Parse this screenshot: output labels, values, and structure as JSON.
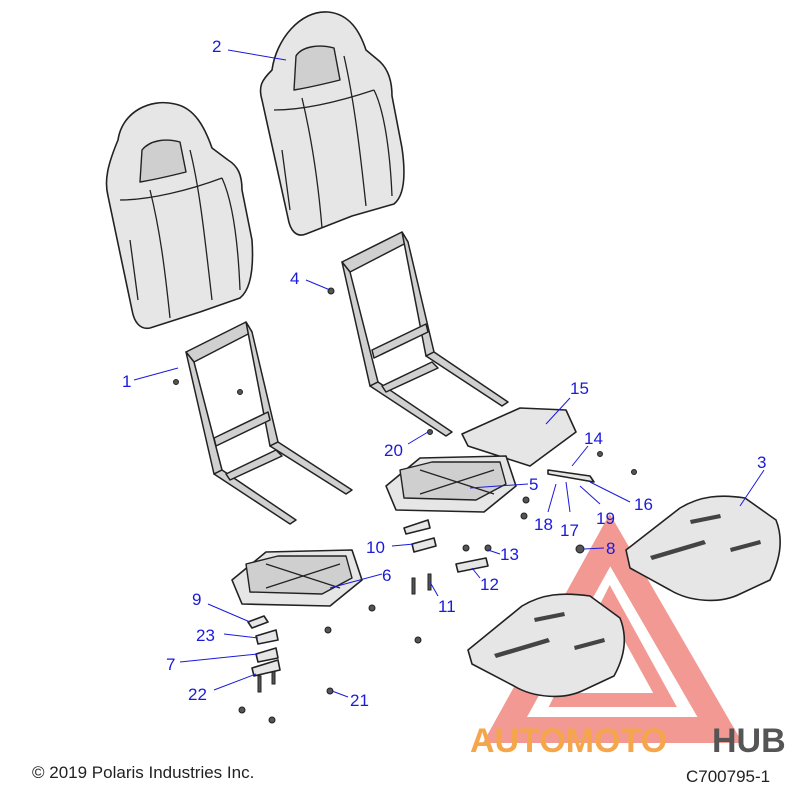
{
  "diagram": {
    "callouts": [
      "1",
      "2",
      "3",
      "4",
      "5",
      "6",
      "7",
      "8",
      "9",
      "10",
      "11",
      "12",
      "13",
      "14",
      "15",
      "16",
      "17",
      "18",
      "19",
      "20",
      "21",
      "22",
      "23"
    ],
    "copyright": "© 2019 Polaris Industries Inc.",
    "figure_id": "C700795-1",
    "watermark": {
      "word_a": "AUTOMOTO",
      "word_b": "HUB",
      "color_a": "#f5a54a",
      "color_b": "#555555",
      "triangle_color": "#e8473b"
    },
    "callout_color": "#1a1adb"
  }
}
